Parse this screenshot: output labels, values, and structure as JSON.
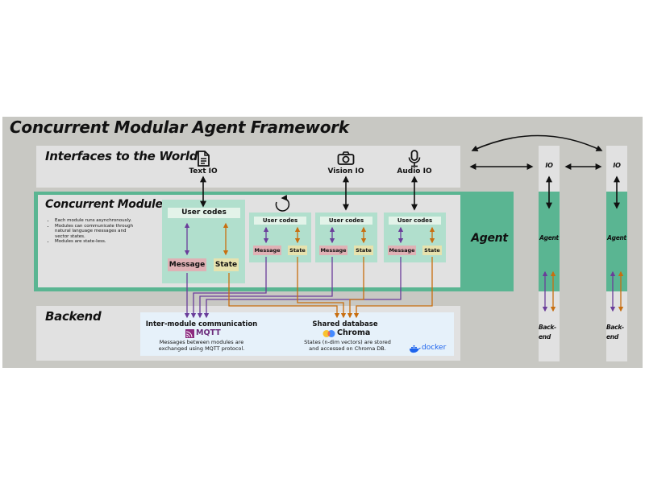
{
  "title": "Concurrent Modular Agent Framework",
  "interfaces": {
    "title": "Interfaces to the World",
    "text_io": "Text IO",
    "vision_io": "Vision IO",
    "audio_io": "Audio IO"
  },
  "modules": {
    "title": "Concurrent Modules",
    "bullets": [
      "Each module runs asynchronously.",
      "Modules can communicate through natural language messages and vector states.",
      "Modules are state-less."
    ],
    "user_codes": "User codes",
    "message": "Message",
    "state": "State"
  },
  "agent": {
    "label": "Agent"
  },
  "backend": {
    "title": "Backend",
    "comm_title": "Inter-module communication",
    "mqtt_logo": "MQTT",
    "comm_desc": "Messages between modules are exchanged using MQTT protocol.",
    "db_title": "Shared database",
    "chroma_logo": "Chroma",
    "db_desc": "States (n-dim vectors) are stored and accessed on Chroma DB.",
    "docker_logo": "docker"
  },
  "side_agents": [
    {
      "io": "IO",
      "agent": "Agent",
      "backend": "Back-end"
    },
    {
      "io": "IO",
      "agent": "Agent",
      "backend": "Back-end"
    }
  ],
  "colors": {
    "purple": "#6a3d9a",
    "orange": "#c86e0f",
    "green": "#5ab592",
    "message_bg": "#dfb1b5",
    "state_bg": "#e6e2ae"
  }
}
